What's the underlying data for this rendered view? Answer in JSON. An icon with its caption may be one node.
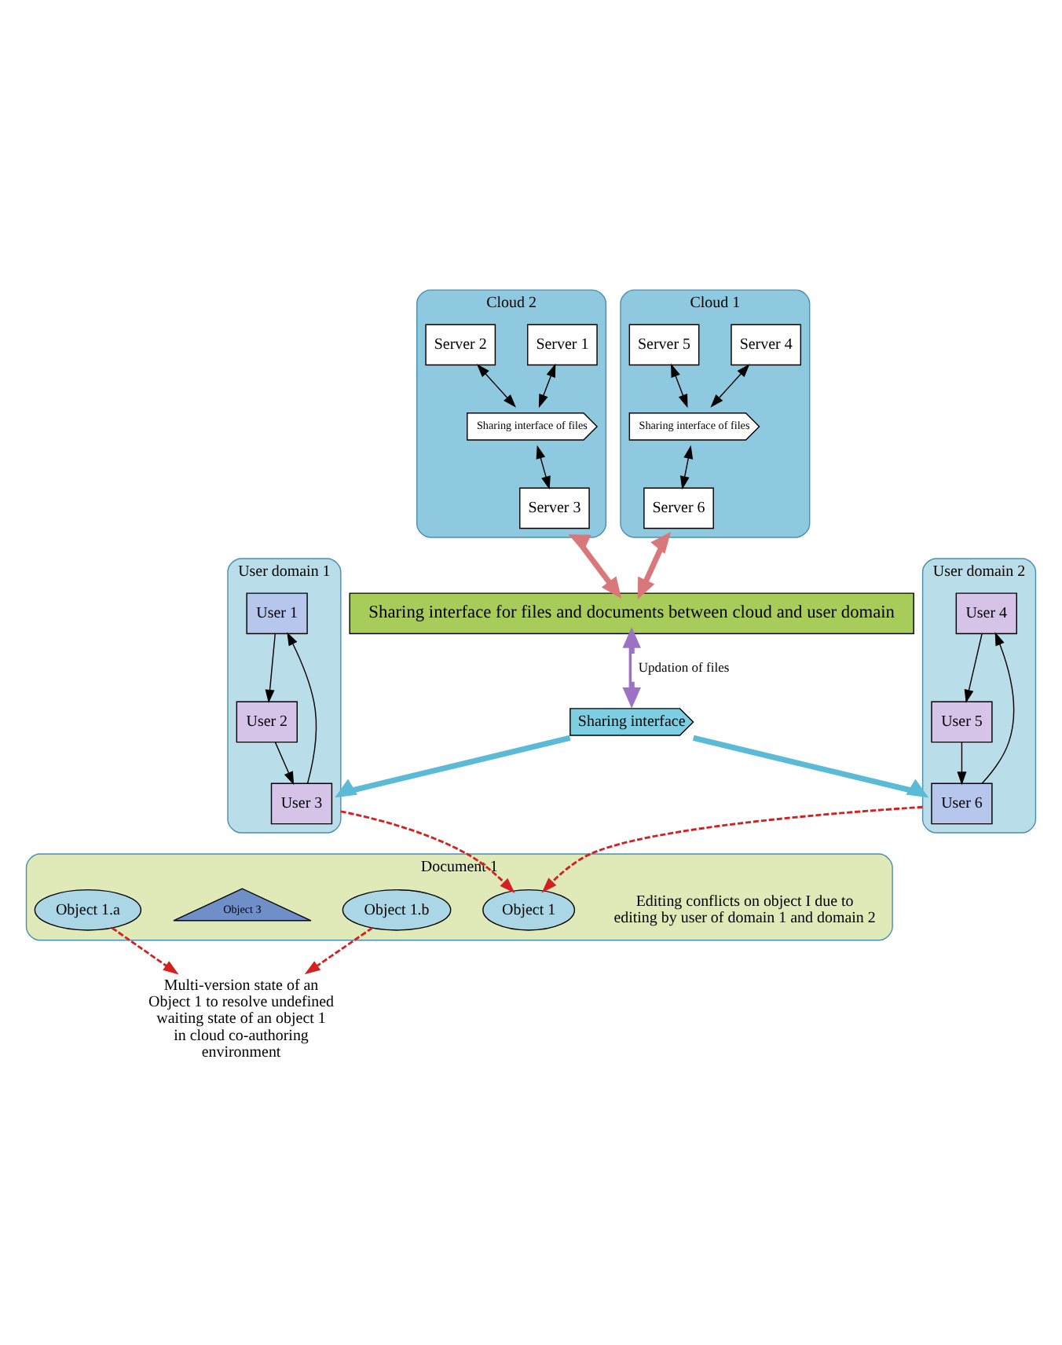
{
  "diagram": {
    "nodes": [
      {
        "text": [
          "Cloud 2"
        ]
      },
      {
        "text": [
          "Server 1"
        ],
        "in": 0
      },
      {
        "text": [
          "Server 2"
        ],
        "in": 0
      },
      {
        "text": [
          "Sharing interface of files"
        ],
        "in": 0
      },
      {
        "text": [
          "Server 3"
        ],
        "in": 0
      },
      {
        "text": [
          "Cloud 1"
        ]
      },
      {
        "text": [
          "Server 4"
        ],
        "in": 5
      },
      {
        "text": [
          "Server 5"
        ],
        "in": 5
      },
      {
        "text": [
          "Sharing interface of files"
        ],
        "in": 5
      },
      {
        "text": [
          "Server 6"
        ],
        "in": 5
      },
      {
        "text": [
          "Sharing interface for files and documents between cloud and user domain"
        ]
      },
      {
        "text": [
          "User domain 1"
        ]
      },
      {
        "text": [
          "User 1"
        ],
        "in": 11
      },
      {
        "text": [
          "User 2"
        ],
        "in": 11
      },
      {
        "text": [
          "User 3"
        ],
        "in": 11
      },
      {
        "text": [
          "Sharing interface"
        ]
      },
      {
        "text": [
          "User domain 2"
        ]
      },
      {
        "text": [
          "User 4"
        ],
        "in": 16
      },
      {
        "text": [
          "User 5"
        ],
        "in": 16
      },
      {
        "text": [
          "User 6"
        ],
        "in": 16
      },
      {
        "text": [
          "Document 1",
          "Editing conflicts on object I due to editing by user of domain 1 and domain 2"
        ]
      },
      {
        "text": [
          "Object 1"
        ],
        "in": 20
      },
      {
        "text": [
          "Object 1.a"
        ],
        "in": 20
      },
      {
        "text": [
          "Object 3"
        ],
        "in": 20
      },
      {
        "text": [
          "Object 1.b"
        ],
        "in": 20
      },
      {
        "text": [
          "Multi-version state of an Object 1 to resolve undefined waiting state of an object 1 in cloud co-authoring environment"
        ]
      }
    ],
    "edges": [
      {
        "from": 1,
        "to": 3,
        "arrow": "both"
      },
      {
        "from": 2,
        "to": 3,
        "arrow": "both"
      },
      {
        "from": 3,
        "to": 4,
        "arrow": "both"
      },
      {
        "from": 6,
        "to": 8,
        "arrow": "both"
      },
      {
        "from": 7,
        "to": 8,
        "arrow": "both"
      },
      {
        "from": 8,
        "to": 9,
        "arrow": "both"
      },
      {
        "from": 0,
        "to": 10,
        "arrow": "both",
        "style": "thick",
        "color": "#d9787a"
      },
      {
        "from": 5,
        "to": 10,
        "arrow": "both",
        "style": "thick",
        "color": "#d9787a"
      },
      {
        "from": 10,
        "to": 15,
        "arrow": "both",
        "label": "Updation of files",
        "style": "thick",
        "color": "#9b72c4"
      },
      {
        "from": 15,
        "to": 11,
        "arrow": "to",
        "style": "thick",
        "color": "#5bbad5"
      },
      {
        "from": 15,
        "to": 16,
        "arrow": "to",
        "style": "thick",
        "color": "#5bbad5"
      },
      {
        "from": 12,
        "to": 13,
        "arrow": "to"
      },
      {
        "from": 13,
        "to": 14,
        "arrow": "to"
      },
      {
        "from": 14,
        "to": 12,
        "arrow": "to"
      },
      {
        "from": 17,
        "to": 18,
        "arrow": "to"
      },
      {
        "from": 18,
        "to": 19,
        "arrow": "to"
      },
      {
        "from": 19,
        "to": 17,
        "arrow": "to"
      },
      {
        "from": 11,
        "to": 21,
        "arrow": "to",
        "style": "dashed",
        "color": "#d42020"
      },
      {
        "from": 16,
        "to": 21,
        "arrow": "to",
        "style": "dashed",
        "color": "#d42020"
      },
      {
        "from": 22,
        "to": 25,
        "arrow": "to",
        "style": "dashed",
        "color": "#d42020"
      },
      {
        "from": 24,
        "to": 25,
        "arrow": "to",
        "style": "dashed",
        "color": "#d42020"
      }
    ]
  }
}
